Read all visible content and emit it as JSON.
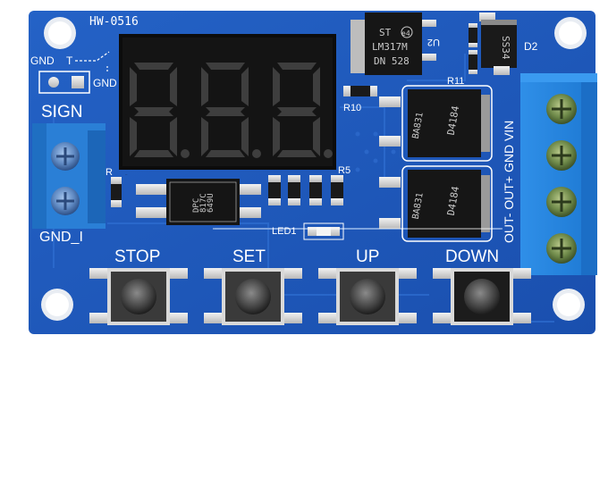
{
  "board": {
    "model": "HW-0516",
    "pcb_color": "#1f57b8",
    "trace_color": "#2d6bd0"
  },
  "display": {
    "digits_text": "8.8.8.",
    "segment_off_color": "#3a3a3a",
    "body_color": "#0e0e0e"
  },
  "labels": {
    "gnd_top": "GND",
    "t": "T",
    "gnd_side": "GND",
    "sign": "SIGN",
    "gnd_bottom": "GND_I",
    "d2": "D2",
    "r11": "R11",
    "r10": "R10",
    "r5": "R5",
    "r_left": "R",
    "led1": "LED1",
    "terminal": "OUT- OUT+ GND VIN"
  },
  "chips": {
    "regulator_brand": "ST",
    "regulator_line1": "LM317M",
    "regulator_line2": "DN 528",
    "regulator_ref": "U2",
    "regulator_e": "e4",
    "diode": "SS34",
    "optocoupler_l1": "DPC",
    "optocoupler_l2": "817C",
    "optocoupler_l3": "649U",
    "mosfet_part": "D4184",
    "mosfet_code": "BA831"
  },
  "buttons": [
    {
      "label": "STOP"
    },
    {
      "label": "SET"
    },
    {
      "label": "UP"
    },
    {
      "label": "DOWN"
    }
  ]
}
